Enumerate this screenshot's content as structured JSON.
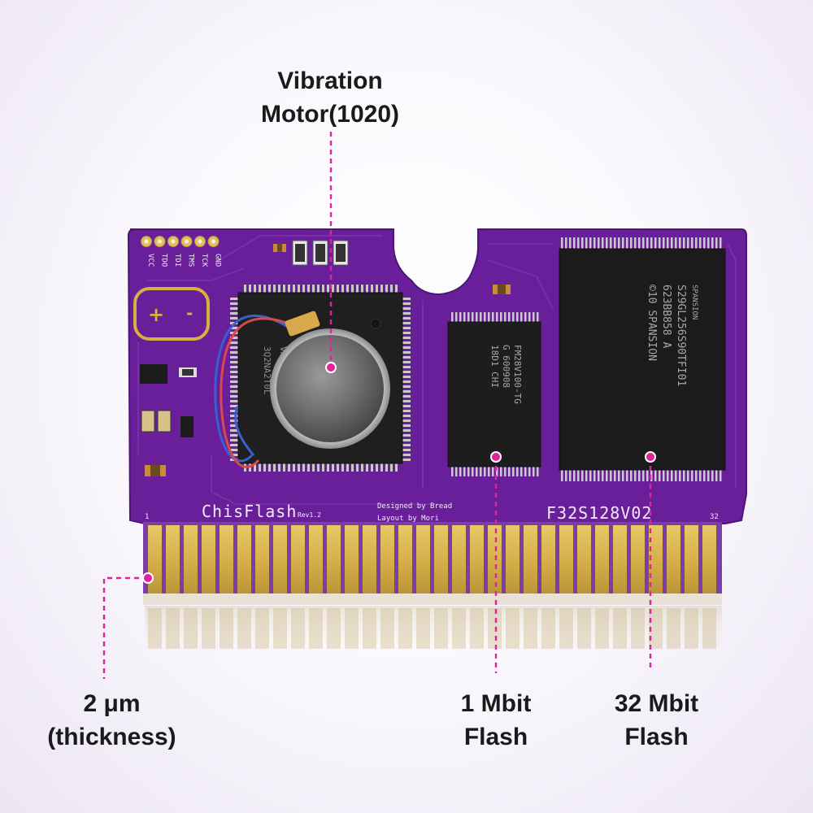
{
  "callouts": {
    "vibration_motor": {
      "line1": "Vibration",
      "line2": "Motor(1020)"
    },
    "thickness": {
      "line1": "2 μm",
      "line2": "(thickness)"
    },
    "flash_1mbit": {
      "line1": "1 Mbit",
      "line2": "Flash"
    },
    "flash_32mbit": {
      "line1": "32 Mbit",
      "line2": "Flash"
    }
  },
  "board": {
    "brand": "ChisFlash",
    "revision": "Rev1.2",
    "designed_by": "Designed by Bread",
    "layout_by": "Layout by Mori",
    "model": "F32S128V02",
    "pin_first": "1",
    "pin_last": "32",
    "jtag_pins": [
      "VCC",
      "TDO",
      "TDI",
      "TMS",
      "TCK",
      "GND"
    ]
  },
  "chips": {
    "mcu": {
      "line1": "VA",
      "line2": "3Q2NA2T0L"
    },
    "fram": {
      "line1": "FM28V100-TG",
      "line2": "G 600908",
      "line3": "18D1 CHI"
    },
    "flash": {
      "brand": "SPANSION",
      "line1": "S29GL256S90TFI01",
      "line2": "623BB858 A",
      "line3": "©10 SPANSION"
    }
  },
  "colors": {
    "pcb": "#6a1f9a",
    "pcb_dark": "#4f1478",
    "gold": "#d4b04a",
    "accent": "#e0239a",
    "silkscreen": "#f2eaf8"
  }
}
